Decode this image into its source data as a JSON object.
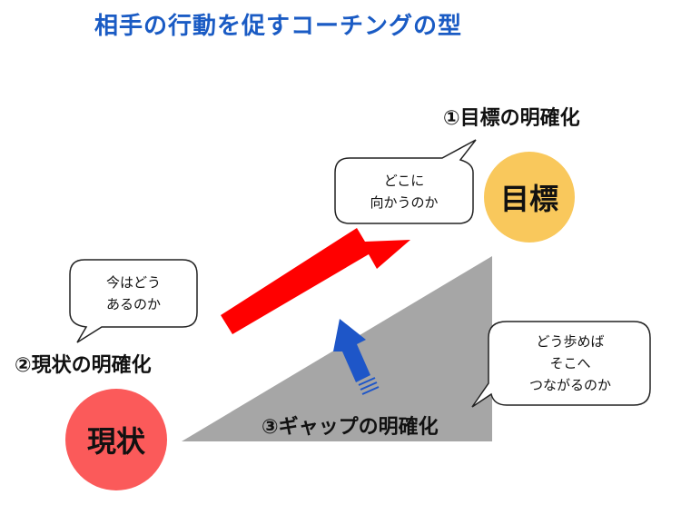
{
  "title": "相手の行動を促すコーチングの型",
  "steps": {
    "goal": "①目標の明確化",
    "current": "②現状の明確化",
    "gap": "③ギャップの明確化"
  },
  "nodes": {
    "goal": {
      "label": "目標",
      "color": "#f9c85c"
    },
    "current": {
      "label": "現状",
      "color": "#fb5a5a"
    }
  },
  "bubbles": {
    "goal": [
      "どこに",
      "向かうのか"
    ],
    "current": [
      "今はどう",
      "あるのか"
    ],
    "gap": [
      "どう歩めば",
      "そこへ",
      "つながるのか"
    ]
  },
  "colors": {
    "title": "#1a5bc4",
    "main_arrow": "#ff0000",
    "gap_arrow": "#1e56c8",
    "triangle": "#a6a6a6"
  }
}
